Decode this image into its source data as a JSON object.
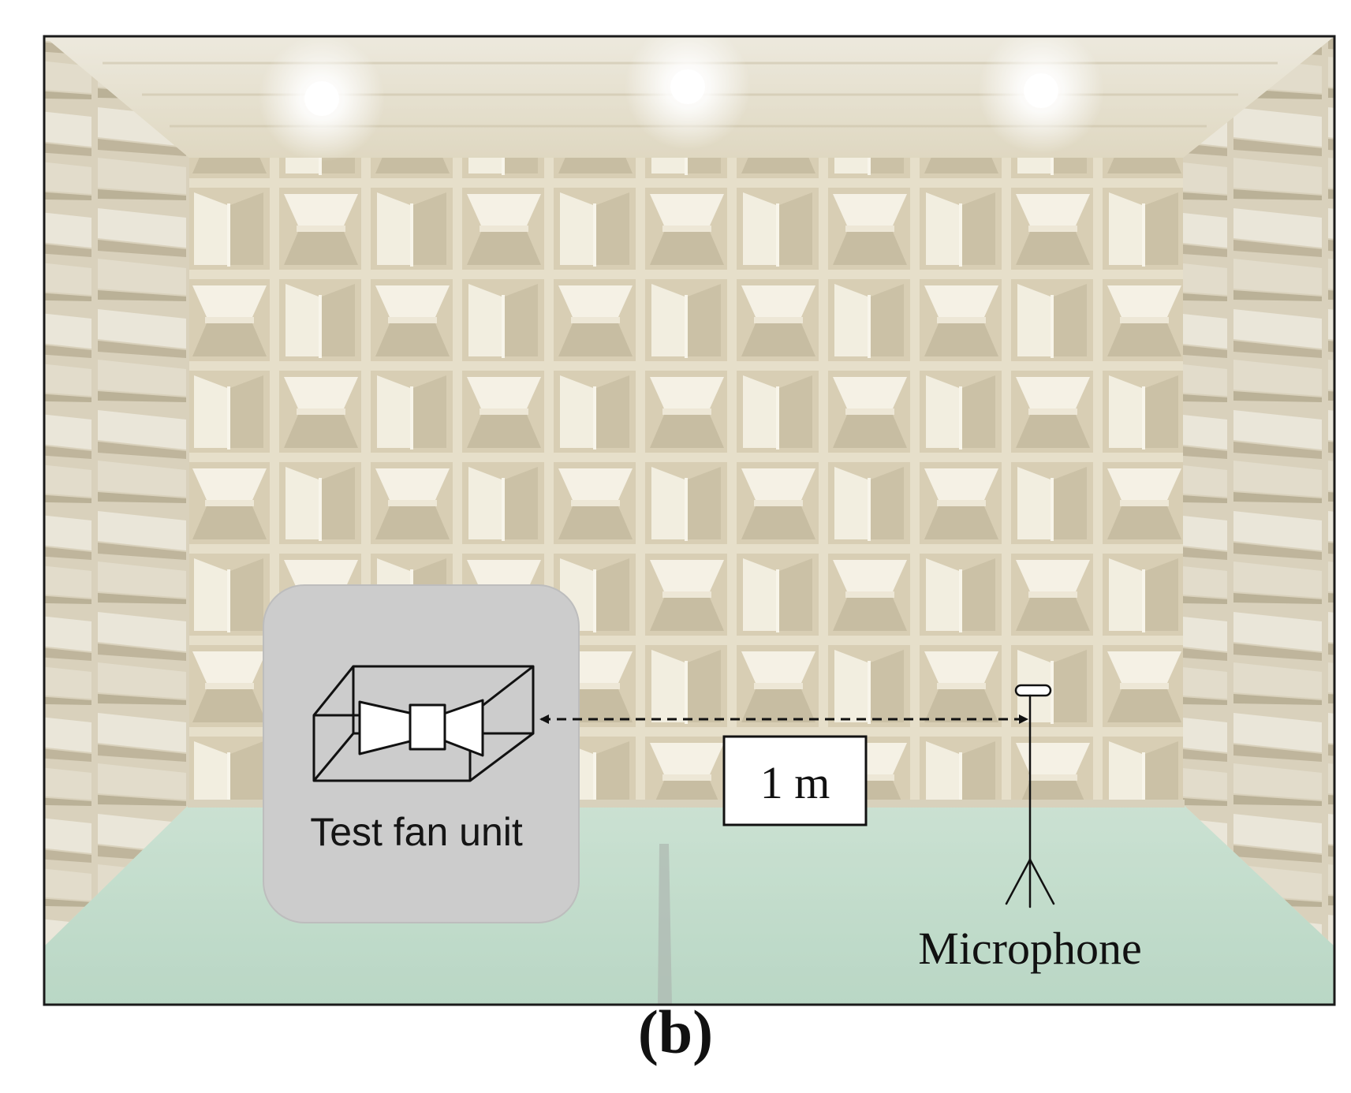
{
  "figure": {
    "panel_label": "(b)",
    "device_label": "Test fan unit",
    "distance_label": "1 m",
    "microphone_label": "Microphone"
  },
  "colors": {
    "wedge_light": "#efe9d6",
    "wedge_mid": "#ddd3b6",
    "wedge_dark": "#c6b995",
    "wall_shadow": "#a99c7b",
    "floor": "#a5ccb4",
    "device_box": "#cccccc",
    "frame": "#1a1a1a"
  },
  "icons": {
    "fan_unit": "fan-unit-wireframe-icon",
    "microphone": "microphone-tripod-icon",
    "distance_arrow": "double-headed-dashed-arrow-icon",
    "ceiling_lights": "ceiling-light-icon"
  }
}
